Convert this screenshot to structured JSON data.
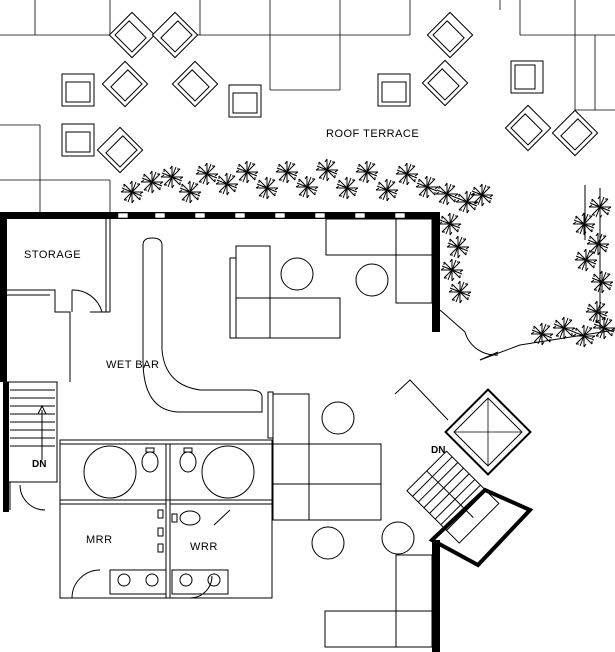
{
  "labels": {
    "roof_terrace": "ROOF TERRACE",
    "storage": "STORAGE",
    "wet_bar": "WET BAR",
    "dn_left": "DN",
    "dn_right": "DN",
    "mrr": "MRR",
    "wrr": "WRR"
  },
  "colors": {
    "wall": "#000000",
    "line": "#000000",
    "background": "#ffffff"
  }
}
